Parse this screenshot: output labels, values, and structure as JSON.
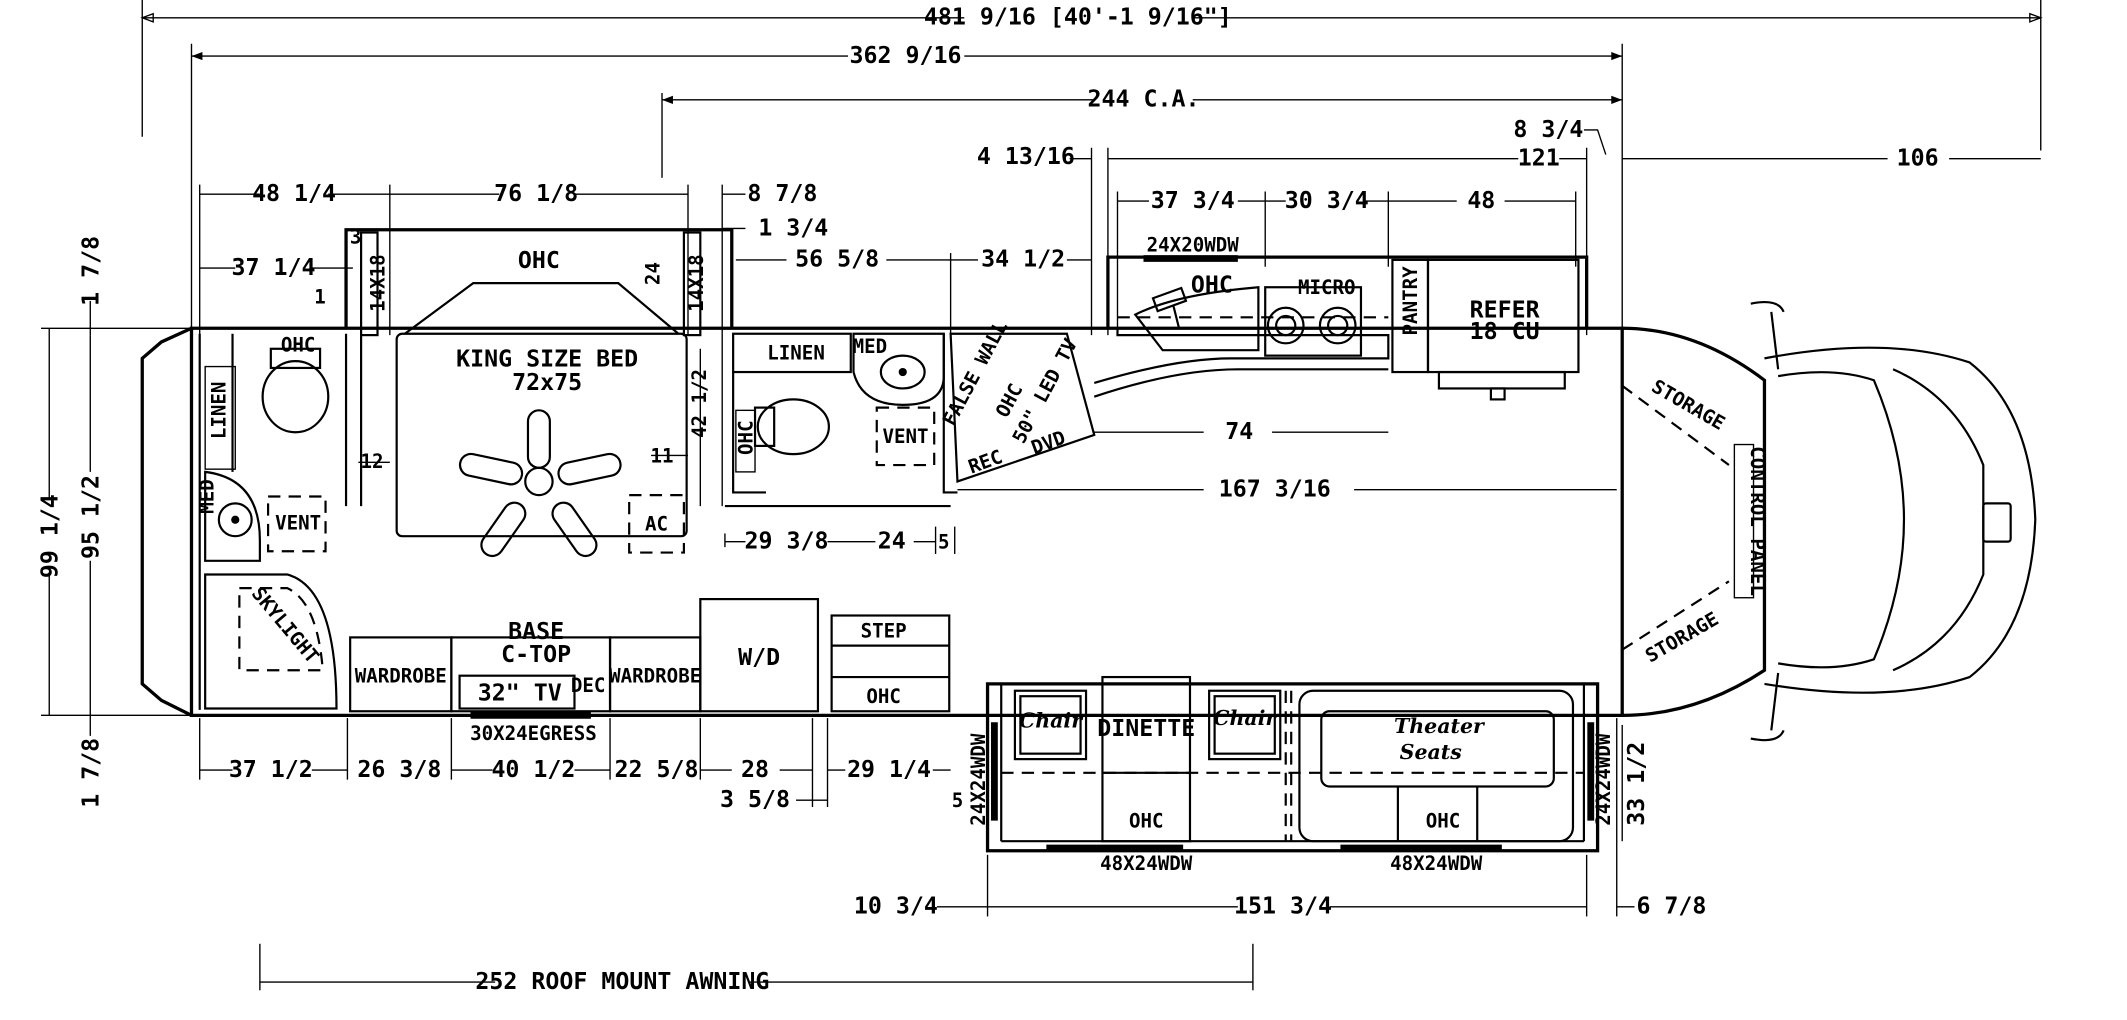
{
  "dimensions": {
    "overall": "481 9/16 [40'-1 9/16\"]",
    "box": "362 9/16",
    "ca": "244 C.A.",
    "front": "121",
    "cab": "106",
    "d_8_3_4": "8 3/4",
    "d_4_13_16": "4 13/16",
    "d_48_1_4": "48 1/4",
    "d_76_1_8": "76 1/8",
    "d_8_7_8": "8 7/8",
    "d_1_3_4": "1 3/4",
    "d_37_1_4": "37 1/4",
    "d_56_5_8": "56 5/8",
    "d_34_1_2": "34 1/2",
    "d_37_3_4": "37 3/4",
    "d_30_3_4": "30 3/4",
    "d_48": "48",
    "d_1": "1",
    "d_3": "3",
    "d_12": "12",
    "d_11": "11",
    "d_24": "24",
    "d_42_1_2": "42 1/2",
    "d_74": "74",
    "d_167_3_16": "167 3/16",
    "d_29_3_8": "29 3/8",
    "d_24b": "24",
    "d_5": "5",
    "d_1_7_8_top": "1 7/8",
    "d_99_1_4": "99 1/4",
    "d_95_1_2": "95 1/2",
    "d_1_7_8_bot": "1 7/8",
    "d_37_1_2": "37 1/2",
    "d_26_3_8": "26 3/8",
    "d_40_1_2": "40 1/2",
    "d_22_5_8": "22 5/8",
    "d_28": "28",
    "d_29_1_4": "29 1/4",
    "d_3_5_8": "3 5/8",
    "d_5b": "5",
    "d_10_3_4": "10 3/4",
    "d_151_3_4": "151 3/4",
    "d_6_7_8": "6 7/8",
    "d_33_1_2": "33 1/2",
    "awning": "252 ROOF MOUNT AWNING"
  },
  "rooms": {
    "ohc_bed": "OHC",
    "king_bed_1": "KING SIZE BED",
    "king_bed_2": "72x75",
    "ohc_bath": "OHC",
    "linen_rear": "LINEN",
    "med_rear": "MED",
    "vent_rear": "VENT",
    "ac": "AC",
    "skylight": "SKYLIGHT",
    "window_14x18_a": "14X18",
    "window_14x18_b": "14X18",
    "linen_mid": "LINEN",
    "med_mid": "MED",
    "vent_mid": "VENT",
    "ohc_toilet": "OHC",
    "false_wall": "FALSE WALL",
    "ohc_tv": "OHC",
    "led_tv": "50\" LED TV",
    "dvd": "DVD",
    "rec": "REC",
    "window_24x20": "24X20WDW",
    "ohc_kitchen": "OHC",
    "micro": "MICRO",
    "pantry": "PANTRY",
    "refer_1": "REFER",
    "refer_2": "18 CU",
    "storage_top": "STORAGE",
    "control_panel": "CONTROL PANEL",
    "storage_bot": "STORAGE",
    "wardrobe_a": "WARDROBE",
    "base": "BASE",
    "ctop": "C-TOP",
    "tv32": "32\" TV",
    "dec": "DEC",
    "wardrobe_b": "WARDROBE",
    "egress": "30X24EGRESS",
    "wd": "W/D",
    "step": "STEP",
    "ohc_step": "OHC",
    "chair_a": "Chair",
    "dinette": "DINETTE",
    "chair_b": "Chair",
    "theater_1": "Theater",
    "theater_2": "Seats",
    "ohc_dinette": "OHC",
    "ohc_theater": "OHC",
    "window_48_a": "48X24WDW",
    "window_48_b": "48X24WDW",
    "window_24_left": "24X24WDW",
    "window_24_right": "24X24WDW"
  }
}
